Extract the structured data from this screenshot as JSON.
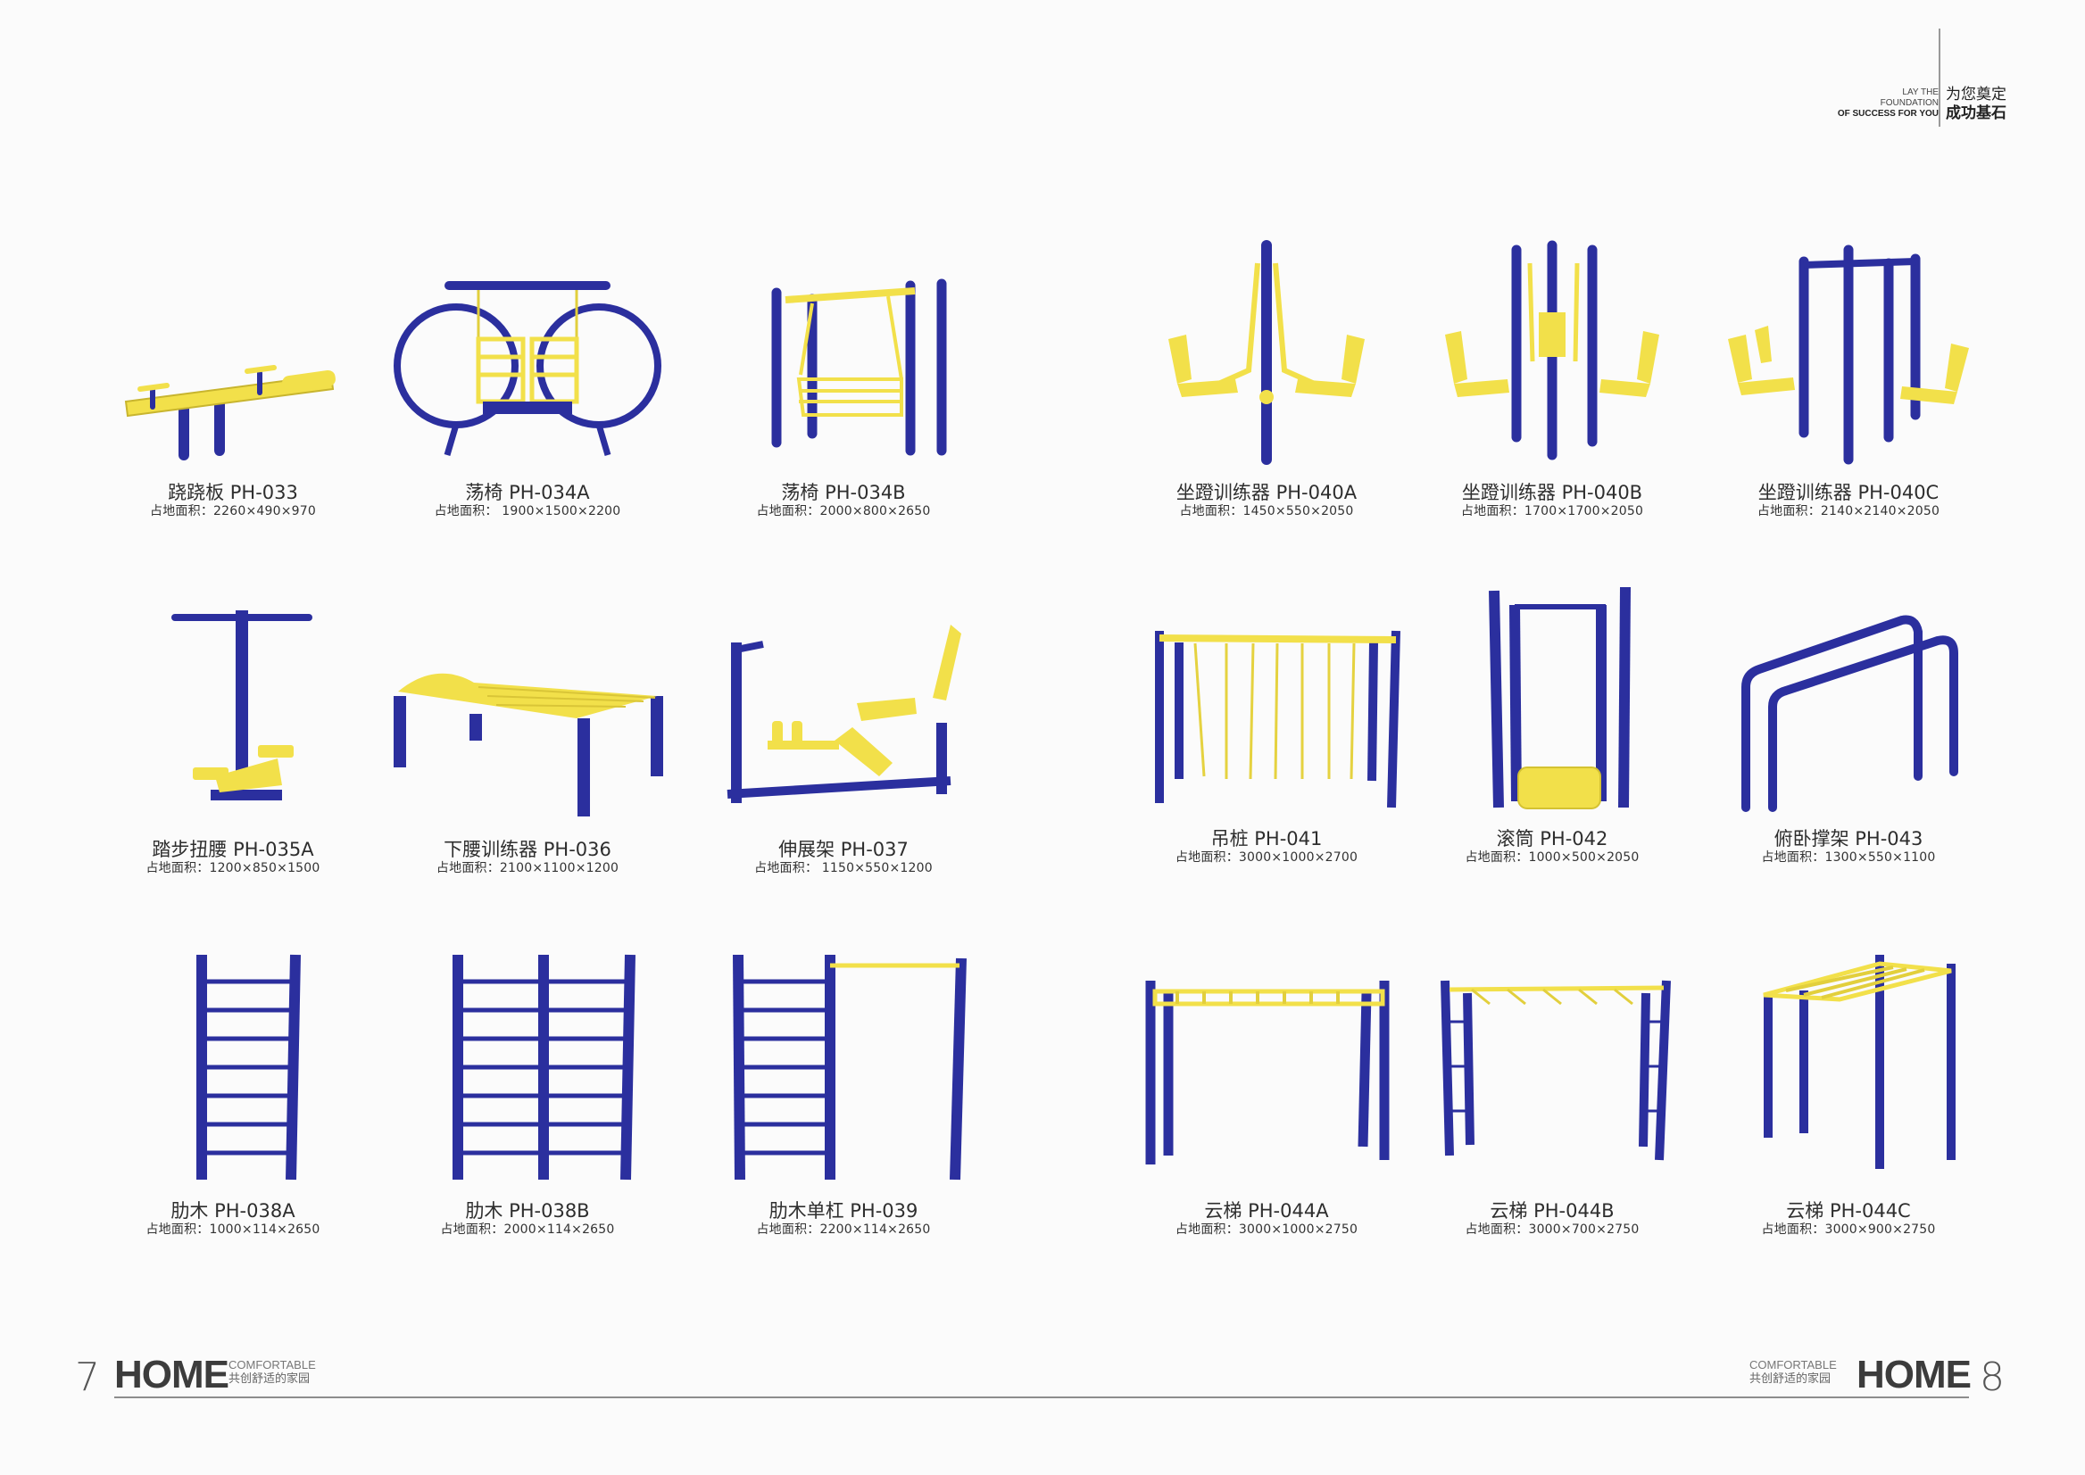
{
  "tagline": {
    "en_lines": [
      "LAY THE",
      "FOUNDATION",
      "OF SUCCESS FOR YOU"
    ],
    "cn_line1": "为您奠定",
    "cn_line2": "成功基石"
  },
  "colors": {
    "frame_blue": "#2b2f9e",
    "part_yellow": "#f2e04a"
  },
  "products": [
    {
      "name": "跷跷板  PH-033",
      "spec": "占地面积：2260×490×970",
      "icon": "seesaw-icon"
    },
    {
      "name": "荡椅  PH-034A",
      "spec": "占地面积： 1900×1500×2200",
      "icon": "swing-chair-circle-icon"
    },
    {
      "name": "荡椅  PH-034B",
      "spec": "占地面积：2000×800×2650",
      "icon": "swing-chair-icon"
    },
    {
      "name": "坐蹬训练器  PH-040A",
      "spec": "占地面积：1450×550×2050",
      "icon": "seated-push-trainer-2-icon"
    },
    {
      "name": "坐蹬训练器  PH-040B",
      "spec": "占地面积：1700×1700×2050",
      "icon": "seated-push-trainer-3-icon"
    },
    {
      "name": "坐蹬训练器  PH-040C",
      "spec": "占地面积：2140×2140×2050",
      "icon": "seated-push-trainer-4-icon"
    },
    {
      "name": "踏步扭腰  PH-035A",
      "spec": "占地面积：1200×850×1500",
      "icon": "stepper-twister-icon"
    },
    {
      "name": "下腰训练器  PH-036",
      "spec": "占地面积：2100×1100×1200",
      "icon": "back-bend-trainer-icon"
    },
    {
      "name": "伸展架  PH-037",
      "spec": "占地面积： 1150×550×1200",
      "icon": "stretch-rack-icon"
    },
    {
      "name": "吊桩  PH-041",
      "spec": "占地面积：3000×1000×2700",
      "icon": "hanging-posts-icon"
    },
    {
      "name": "滚筒  PH-042",
      "spec": "占地面积：1000×500×2050",
      "icon": "roller-icon"
    },
    {
      "name": "俯卧撑架  PH-043",
      "spec": "占地面积：1300×550×1100",
      "icon": "pushup-rack-icon"
    },
    {
      "name": "肋木  PH-038A",
      "spec": "占地面积：1000×114×2650",
      "icon": "wall-bars-single-icon"
    },
    {
      "name": "肋木  PH-038B",
      "spec": "占地面积：2000×114×2650",
      "icon": "wall-bars-double-icon"
    },
    {
      "name": "肋木单杠  PH-039",
      "spec": "占地面积：2200×114×2650",
      "icon": "wall-bars-pullup-icon"
    },
    {
      "name": "云梯  PH-044A",
      "spec": "占地面积：3000×1000×2750",
      "icon": "monkey-bars-a-icon"
    },
    {
      "name": "云梯  PH-044B",
      "spec": "占地面积：3000×700×2750",
      "icon": "monkey-bars-b-icon"
    },
    {
      "name": "云梯  PH-044C",
      "spec": "占地面积：3000×900×2750",
      "icon": "monkey-bars-c-icon"
    }
  ],
  "footer": {
    "left_page": "7",
    "right_page": "8",
    "home": "HOME",
    "comfortable": "COMFORTABLE",
    "cn": "共创舒适的家园"
  }
}
